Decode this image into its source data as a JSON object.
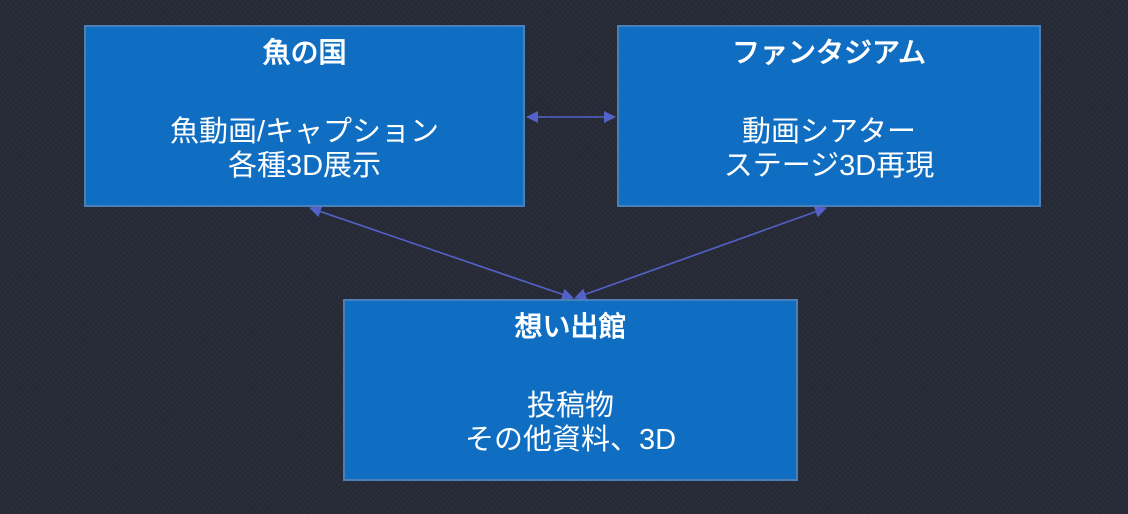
{
  "diagram": {
    "nodes": {
      "fish_country": {
        "title": "魚の国",
        "line1": "魚動画/キャプション",
        "line2": "各種3D展示"
      },
      "fantasium": {
        "title": "ファンタジアム",
        "line1": "動画シアター",
        "line2": "ステージ3D再現"
      },
      "memories_hall": {
        "title": "想い出館",
        "line1": "投稿物",
        "line2": "その他資料、3D"
      }
    },
    "edges": [
      {
        "from": "魚の国",
        "to": "ファンタジアム",
        "direction": "both"
      },
      {
        "from": "魚の国",
        "to": "想い出館",
        "direction": "both"
      },
      {
        "from": "ファンタジアム",
        "to": "想い出館",
        "direction": "both"
      }
    ],
    "colors": {
      "background": "#262b37",
      "node_fill": "#0f6ec2",
      "node_border": "#4a7fb8",
      "node_text": "#ffffff",
      "arrow": "#5461c8"
    }
  }
}
